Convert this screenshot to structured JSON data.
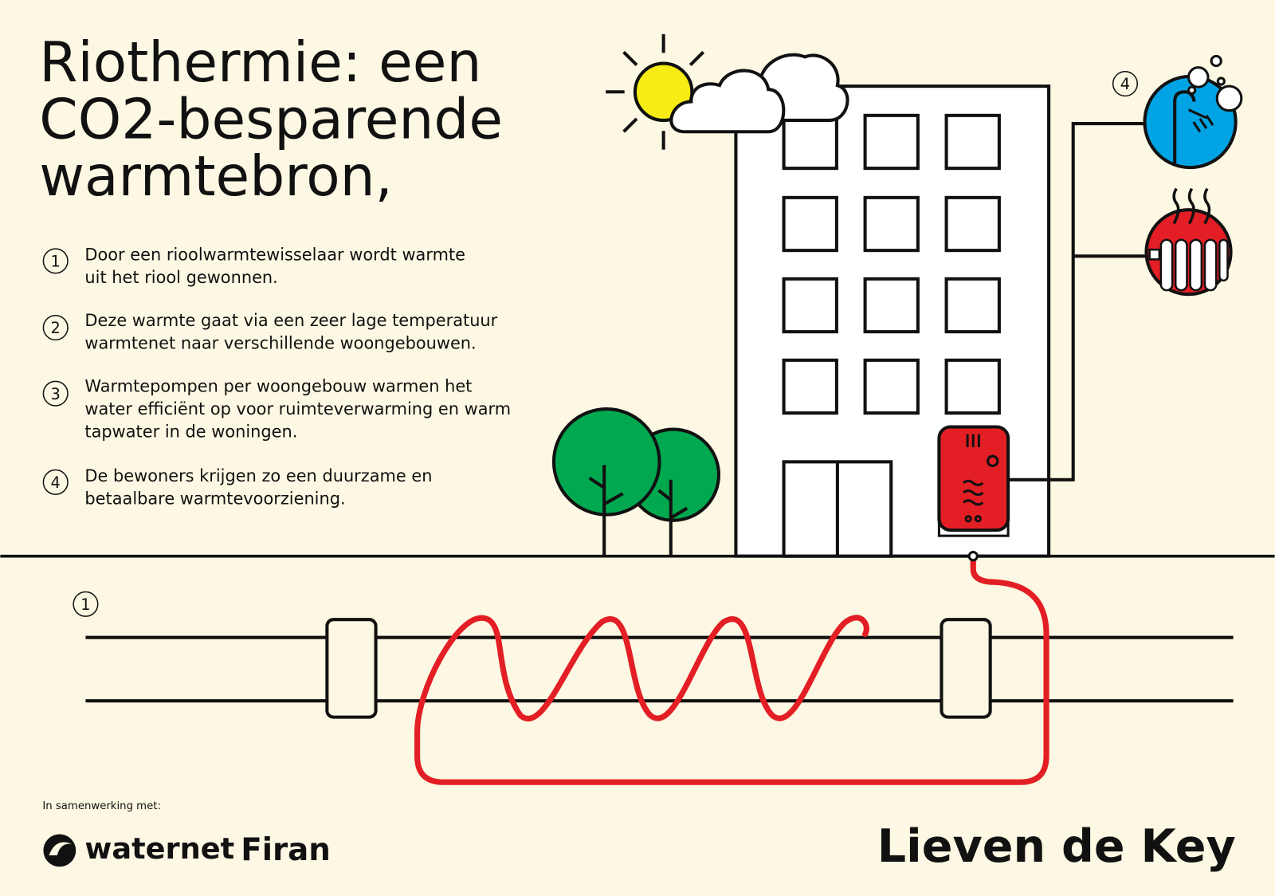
{
  "title_lines": [
    "Riothermie: een",
    "CO2-besparende",
    "warmtebron,"
  ],
  "steps": [
    {
      "number": "1",
      "lines": [
        "Door een rioolwarmtewisselaar wordt warmte",
        "uit het riool gewonnen."
      ]
    },
    {
      "number": "2",
      "lines": [
        "Deze warmte gaat via een zeer lage temperatuur",
        "warmtenet naar verschillende woongebouwen."
      ]
    },
    {
      "number": "3",
      "lines": [
        "Warmtepompen per woongebouw warmen het",
        "water efficiënt op voor ruimteverwarming en warm",
        "tapwater in de woningen."
      ]
    },
    {
      "number": "4",
      "lines": [
        "De bewoners krijgen zo een duurzame en",
        "betaalbare warmtevoorziening."
      ]
    }
  ],
  "diagram_markers": {
    "sewer": "1",
    "residents": "4"
  },
  "footer": {
    "cooperation_label": "In samenwerking met:",
    "partners": [
      "waternet",
      "Firan"
    ],
    "brand": "Lieven de Key"
  },
  "colors": {
    "background": "#fdf8e3",
    "red": "#e31e24",
    "blue": "#00a3e4",
    "green": "#00a84f",
    "yellow": "#f7ec13"
  }
}
